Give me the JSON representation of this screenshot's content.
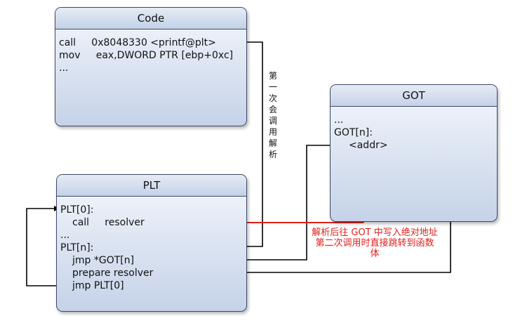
{
  "code": {
    "title": "Code",
    "lines": [
      "call     0x8048330 <printf@plt>",
      "mov     eax,DWORD PTR [ebp+0xc]",
      "..."
    ]
  },
  "got": {
    "title": "GOT",
    "lines": [
      "...",
      "GOT[n]:",
      "<addr>"
    ]
  },
  "plt": {
    "title": "PLT",
    "lines": [
      "PLT[0]:",
      "call     resolver",
      "...",
      "PLT[n]:",
      "jmp *GOT[n]",
      "prepare resolver",
      "jmp PLT[0]"
    ]
  },
  "labels": {
    "first_call": "第一次会调用解析",
    "after_resolve": "解析后往 GOT 中写入绝对地址",
    "second_call": "第二次调用时直接跳转到函数体"
  },
  "colors": {
    "red": "#e0201b",
    "line": "#000000",
    "border": "#3c4a66"
  }
}
